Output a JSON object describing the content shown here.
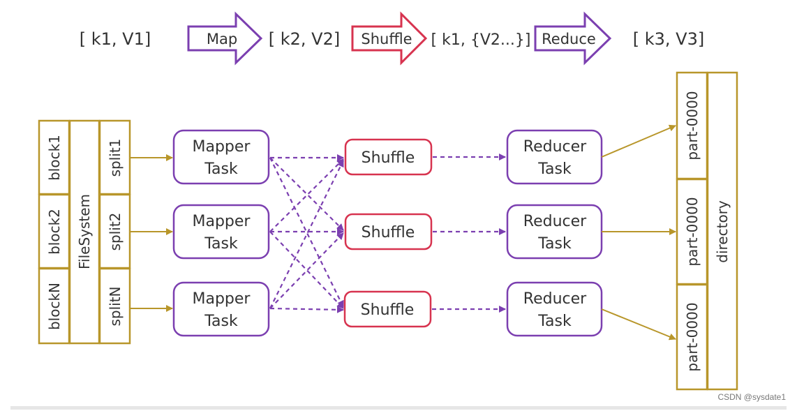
{
  "colors": {
    "gold": "#b8962a",
    "purple": "#7b3fb0",
    "red": "#d7334f",
    "text": "#333333"
  },
  "header": {
    "kv_input": "[ k1, V1]",
    "map_label": "Map",
    "kv_after_map": "[ k2, V2]",
    "shuffle_label": "Shuffle",
    "kv_after_shuffle": "[ k1,  {V2...}]",
    "reduce_label": "Reduce",
    "kv_output": "[ k3, V3]"
  },
  "input": {
    "blocks": [
      "block1",
      "block2",
      "blockN"
    ],
    "filesystem": "FileSystem",
    "splits": [
      "split1",
      "split2",
      "splitN"
    ]
  },
  "mappers": [
    {
      "line1": "Mapper",
      "line2": "Task"
    },
    {
      "line1": "Mapper",
      "line2": "Task"
    },
    {
      "line1": "Mapper",
      "line2": "Task"
    }
  ],
  "shuffles": [
    "Shuffle",
    "Shuffle",
    "Shuffle"
  ],
  "reducers": [
    {
      "line1": "Reducer",
      "line2": "Task"
    },
    {
      "line1": "Reducer",
      "line2": "Task"
    },
    {
      "line1": "Reducer",
      "line2": "Task"
    }
  ],
  "output": {
    "parts": [
      "part-0000",
      "part-0000",
      "part-0000"
    ],
    "directory": "directory"
  },
  "watermark": "CSDN @sysdate1"
}
